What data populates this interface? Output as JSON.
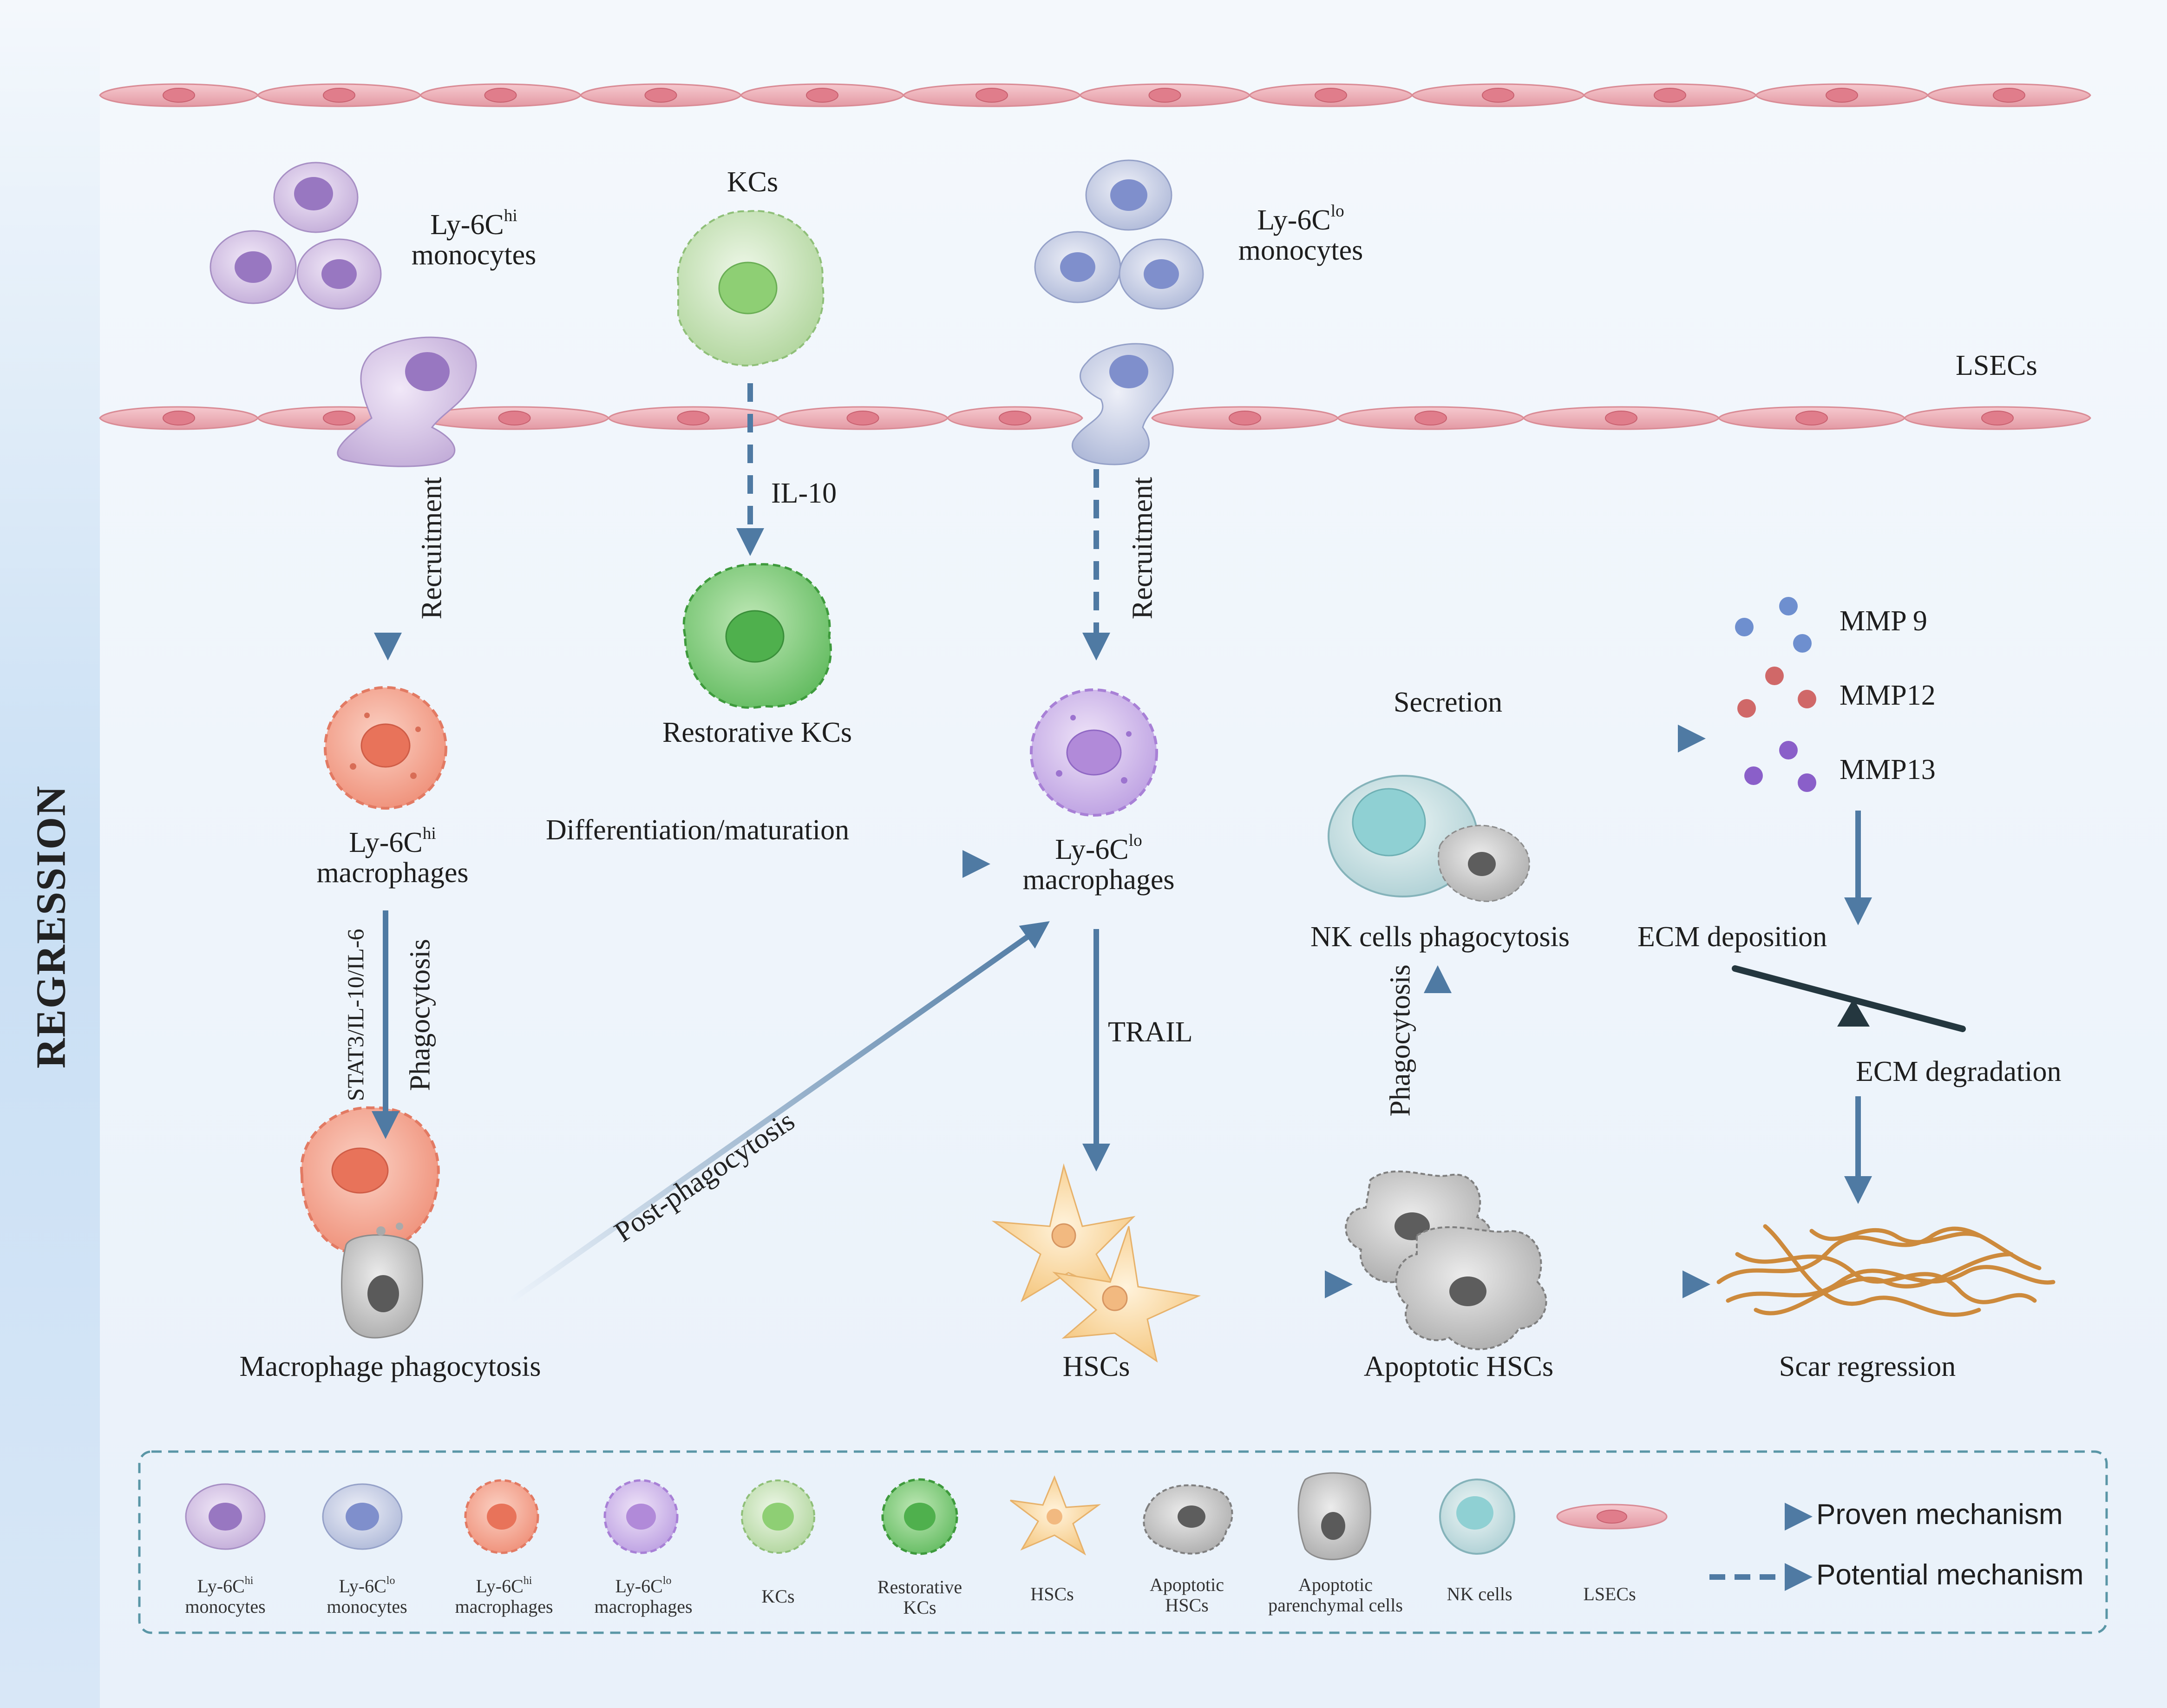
{
  "side_label": "REGRESSION",
  "cells": {
    "monocytes_hi": {
      "line1": "Ly-6C",
      "sup": "hi",
      "line2": "monocytes"
    },
    "kcs": "KCs",
    "monocytes_lo": {
      "line1": "Ly-6C",
      "sup": "lo",
      "line2": "monocytes"
    },
    "lsecs": "LSECs",
    "restorative_kcs": "Restorative KCs",
    "macrophages_hi": {
      "line1": "Ly-6C",
      "sup": "hi",
      "line2": "macrophages"
    },
    "macrophages_lo": {
      "line1": "Ly-6C",
      "sup": "lo",
      "line2": "macrophages"
    },
    "macrophage_phagocytosis": "Macrophage phagocytosis",
    "hscs": "HSCs",
    "apoptotic_hscs": "Apoptotic HSCs",
    "scar_regression": "Scar regression",
    "nk_phagocytosis": "NK cells phagocytosis"
  },
  "mmps": [
    "MMP 9",
    "MMP12",
    "MMP13"
  ],
  "arrows": {
    "recruitment_left": "Recruitment",
    "il10": "IL-10",
    "recruitment_right": "Recruitment",
    "secretion": "Secretion",
    "differentiation": "Differentiation/maturation",
    "stat3": "STAT3/IL-10/IL-6",
    "phagocytosis_left": "Phagocytosis",
    "post_phagocytosis": "Post-phagocytosis",
    "trail": "TRAIL",
    "phagocytosis_nk": "Phagocytosis"
  },
  "balance": {
    "top": "ECM deposition",
    "bottom": "ECM degradation"
  },
  "legend": {
    "items": [
      {
        "line1": "Ly-6C",
        "sup": "hi",
        "line2": "monocytes"
      },
      {
        "line1": "Ly-6C",
        "sup": "lo",
        "line2": "monocytes"
      },
      {
        "line1": "Ly-6C",
        "sup": "hi",
        "line2": "macrophages"
      },
      {
        "line1": "Ly-6C",
        "sup": "lo",
        "line2": "macrophages"
      },
      {
        "line1": "KCs",
        "sup": "",
        "line2": ""
      },
      {
        "line1": "Restorative",
        "sup": "",
        "line2": "KCs"
      },
      {
        "line1": "HSCs",
        "sup": "",
        "line2": ""
      },
      {
        "line1": "Apoptotic",
        "sup": "",
        "line2": "HSCs"
      },
      {
        "line1": "Apoptotic",
        "sup": "",
        "line2": "parenchymal cells"
      },
      {
        "line1": "NK cells",
        "sup": "",
        "line2": ""
      },
      {
        "line1": "LSECs",
        "sup": "",
        "line2": ""
      }
    ],
    "proven": "Proven mechanism",
    "potential": "Potential mechanism"
  },
  "colors": {
    "arrow": "#4f7aa3",
    "lsec": "#eaa5ae",
    "monocyte_hi": "#c9b5dc",
    "monocyte_lo": "#b9c3de",
    "macrophage_hi": "#f0937c",
    "macrophage_lo": "#c3a4e0",
    "kc": "#b8d9a6",
    "restorative_kc": "#73c26c",
    "hsc": "#f7cf8f",
    "apoptotic": "#b5b5b5",
    "nk": "#c4dde0",
    "scar": "#cd8a3c"
  }
}
